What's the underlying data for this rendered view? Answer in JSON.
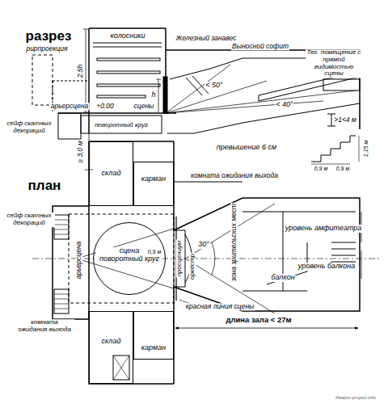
{
  "diagram": {
    "nodes": [
      {
        "text": [
          "склад"
        ]
      },
      {
        "text": [
          "карман"
        ]
      },
      {
        "text": [
          "склад"
        ]
      },
      {
        "text": [
          "карман"
        ]
      },
      {
        "text": [
          "сцена поворотный круг"
        ]
      }
    ],
    "labels": [
      "разрез",
      "колосники",
      "Железный занавес",
      "Выносной софит",
      "рирпроекция",
      "Тех. помещение с прямой видимостью сцены",
      "< 50°",
      "< 40°",
      "арьерсцена",
      "+0.00",
      "сцены",
      "2.5h",
      "h",
      "поворотный круг",
      "сейф скатных декораций",
      "≥ 3,0 м",
      ">1<4 м",
      "превышение 6 см",
      "1,15 м",
      "0,9 м",
      "0,9 м",
      "план",
      "сейф скатных декораций",
      "комната ожидания выхода",
      "арьерсцена",
      "просцениум",
      "оркестр",
      "0,9 м",
      "30°",
      "зона зрительских мест",
      "уровень амфитеатра",
      "уровень балкона",
      "балкон",
      "комната ожидания выхода",
      "красная линия сцены",
      "длина зала < 27м",
      "theatre-project.info"
    ]
  }
}
